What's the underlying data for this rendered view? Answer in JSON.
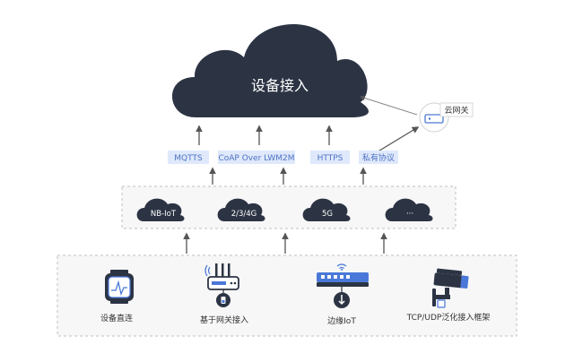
{
  "cloud": {
    "title": "设备接入"
  },
  "gateway": {
    "label": "云网关"
  },
  "protocols": [
    {
      "label": "MQTTS"
    },
    {
      "label": "CoAP Over LWM2M"
    },
    {
      "label": "HTTPS"
    },
    {
      "label": "私有协议"
    }
  ],
  "networks": [
    {
      "label": "NB-IoT"
    },
    {
      "label": "2/3/4G"
    },
    {
      "label": "5G"
    },
    {
      "label": "···"
    }
  ],
  "devices": [
    {
      "label": "设备直连",
      "icon": "smartwatch-icon"
    },
    {
      "label": "基于网关接入",
      "icon": "router-gateway-icon"
    },
    {
      "label": "边缘IoT",
      "icon": "edge-switch-icon"
    },
    {
      "label": "TCP/UDP泛化接入框架",
      "icon": "camera-icon"
    }
  ],
  "colors": {
    "cloud": "#2c3444",
    "protocol_bg": "#dfe9fb",
    "protocol_text": "#4d72c4",
    "accent": "#4a78d8",
    "arrow": "#555555",
    "dashed_border": "#bfbfbf"
  }
}
